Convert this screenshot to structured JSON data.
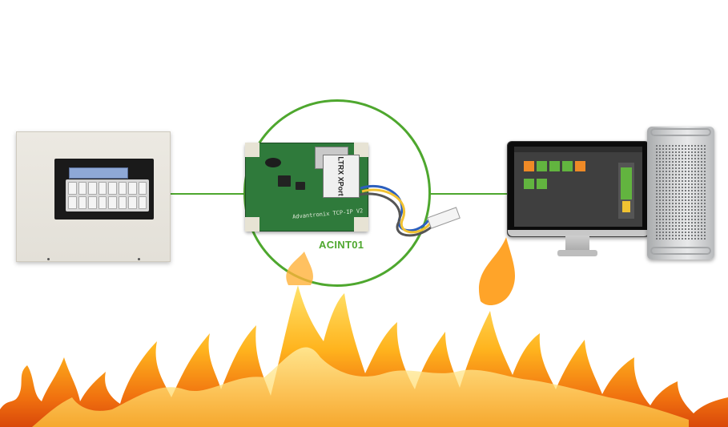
{
  "diagram": {
    "module_label": "ACINT01",
    "accent_color": "#4ea72e",
    "pcb_text": {
      "xport": "LTRX XPort",
      "silkscreen": "Advantronix TCP-IP V2"
    },
    "nodes": [
      {
        "name": "fire-alarm-panel",
        "icon": "control-panel-icon"
      },
      {
        "name": "interface-module",
        "icon": "circuit-board-icon"
      },
      {
        "name": "computer-workstation",
        "icon": "desktop-computer-icon"
      }
    ],
    "decor": {
      "icon": "flames-icon",
      "colors": [
        "#ffd02a",
        "#ff9a12",
        "#e2500b"
      ]
    }
  }
}
